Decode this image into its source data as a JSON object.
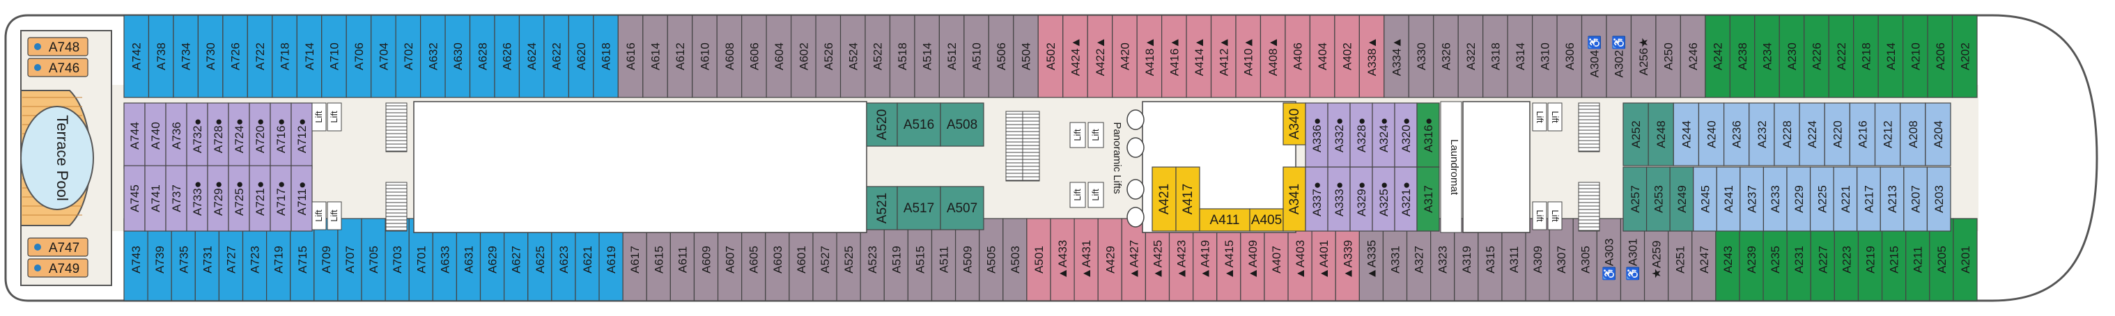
{
  "colors": {
    "blue": "#2aa4e0",
    "gray_mauve": "#a18f9e",
    "pink": "#d98a9c",
    "green": "#1f9a4a",
    "lavender": "#b7a6d8",
    "teal": "#4a9a8a",
    "yellow": "#f5c518",
    "light_blue": "#9cc0e8",
    "pale_green": "#2f9d54",
    "deck": "#f2efe8",
    "outline": "#555555",
    "orange_tag": "#f4b470",
    "pool_deck": "#f6c27a",
    "pool_water": "#cfe9f5"
  },
  "top_row": [
    {
      "label": "A742",
      "color": "blue"
    },
    {
      "label": "A738",
      "color": "blue"
    },
    {
      "label": "A734",
      "color": "blue"
    },
    {
      "label": "A730",
      "color": "blue"
    },
    {
      "label": "A726",
      "color": "blue"
    },
    {
      "label": "A722",
      "color": "blue"
    },
    {
      "label": "A718",
      "color": "blue"
    },
    {
      "label": "A714",
      "color": "blue"
    },
    {
      "label": "A710",
      "color": "blue"
    },
    {
      "label": "A706",
      "color": "blue"
    },
    {
      "label": "A704",
      "color": "blue"
    },
    {
      "label": "A702",
      "color": "blue"
    },
    {
      "label": "A632",
      "color": "blue"
    },
    {
      "label": "A630",
      "color": "blue"
    },
    {
      "label": "A628",
      "color": "blue"
    },
    {
      "label": "A626",
      "color": "blue"
    },
    {
      "label": "A624",
      "color": "blue"
    },
    {
      "label": "A622",
      "color": "blue"
    },
    {
      "label": "A620",
      "color": "blue"
    },
    {
      "label": "A618",
      "color": "blue"
    },
    {
      "label": "A616",
      "color": "gray_mauve"
    },
    {
      "label": "A614",
      "color": "gray_mauve"
    },
    {
      "label": "A612",
      "color": "gray_mauve"
    },
    {
      "label": "A610",
      "color": "gray_mauve"
    },
    {
      "label": "A608",
      "color": "gray_mauve"
    },
    {
      "label": "A606",
      "color": "gray_mauve"
    },
    {
      "label": "A604",
      "color": "gray_mauve"
    },
    {
      "label": "A602",
      "color": "gray_mauve"
    },
    {
      "label": "A526",
      "color": "gray_mauve"
    },
    {
      "label": "A524",
      "color": "gray_mauve"
    },
    {
      "label": "A522",
      "color": "gray_mauve"
    },
    {
      "label": "A518",
      "color": "gray_mauve"
    },
    {
      "label": "A514",
      "color": "gray_mauve"
    },
    {
      "label": "A512",
      "color": "gray_mauve"
    },
    {
      "label": "A510",
      "color": "gray_mauve"
    },
    {
      "label": "A506",
      "color": "gray_mauve"
    },
    {
      "label": "A504",
      "color": "gray_mauve"
    },
    {
      "label": "A502",
      "color": "pink"
    },
    {
      "label": "A424▲",
      "color": "pink"
    },
    {
      "label": "A422▲",
      "color": "pink"
    },
    {
      "label": "A420",
      "color": "pink"
    },
    {
      "label": "A418▲",
      "color": "pink"
    },
    {
      "label": "A416▲",
      "color": "pink"
    },
    {
      "label": "A414▲",
      "color": "pink"
    },
    {
      "label": "A412▲",
      "color": "pink"
    },
    {
      "label": "A410▲",
      "color": "pink"
    },
    {
      "label": "A408▲",
      "color": "pink"
    },
    {
      "label": "A406",
      "color": "pink"
    },
    {
      "label": "A404",
      "color": "pink"
    },
    {
      "label": "A402",
      "color": "pink"
    },
    {
      "label": "A338▲",
      "color": "pink"
    },
    {
      "label": "A334▲",
      "color": "gray_mauve"
    },
    {
      "label": "A330",
      "color": "gray_mauve"
    },
    {
      "label": "A326",
      "color": "gray_mauve"
    },
    {
      "label": "A322",
      "color": "gray_mauve"
    },
    {
      "label": "A318",
      "color": "gray_mauve"
    },
    {
      "label": "A314",
      "color": "gray_mauve"
    },
    {
      "label": "A310",
      "color": "gray_mauve"
    },
    {
      "label": "A306",
      "color": "gray_mauve"
    },
    {
      "label": "A304♿",
      "color": "gray_mauve"
    },
    {
      "label": "A302♿",
      "color": "gray_mauve"
    },
    {
      "label": "A256★",
      "color": "gray_mauve"
    },
    {
      "label": "A250",
      "color": "gray_mauve"
    },
    {
      "label": "A246",
      "color": "gray_mauve"
    },
    {
      "label": "A242",
      "color": "green"
    },
    {
      "label": "A238",
      "color": "green"
    },
    {
      "label": "A234",
      "color": "green"
    },
    {
      "label": "A230",
      "color": "green"
    },
    {
      "label": "A226",
      "color": "green"
    },
    {
      "label": "A222",
      "color": "green"
    },
    {
      "label": "A218",
      "color": "green"
    },
    {
      "label": "A214",
      "color": "green"
    },
    {
      "label": "A210",
      "color": "green"
    },
    {
      "label": "A206",
      "color": "green"
    },
    {
      "label": "A202",
      "color": "green"
    }
  ],
  "bottom_row": [
    {
      "label": "A743",
      "color": "blue"
    },
    {
      "label": "A739",
      "color": "blue"
    },
    {
      "label": "A735",
      "color": "blue"
    },
    {
      "label": "A731",
      "color": "blue"
    },
    {
      "label": "A727",
      "color": "blue"
    },
    {
      "label": "A723",
      "color": "blue"
    },
    {
      "label": "A719",
      "color": "blue"
    },
    {
      "label": "A715",
      "color": "blue"
    },
    {
      "label": "A709",
      "color": "blue"
    },
    {
      "label": "A707",
      "color": "blue"
    },
    {
      "label": "A705",
      "color": "blue"
    },
    {
      "label": "A703",
      "color": "blue"
    },
    {
      "label": "A701",
      "color": "blue"
    },
    {
      "label": "A633",
      "color": "blue"
    },
    {
      "label": "A631",
      "color": "blue"
    },
    {
      "label": "A629",
      "color": "blue"
    },
    {
      "label": "A627",
      "color": "blue"
    },
    {
      "label": "A625",
      "color": "blue"
    },
    {
      "label": "A623",
      "color": "blue"
    },
    {
      "label": "A621",
      "color": "blue"
    },
    {
      "label": "A619",
      "color": "blue"
    },
    {
      "label": "A617",
      "color": "gray_mauve"
    },
    {
      "label": "A615",
      "color": "gray_mauve"
    },
    {
      "label": "A611",
      "color": "gray_mauve"
    },
    {
      "label": "A609",
      "color": "gray_mauve"
    },
    {
      "label": "A607",
      "color": "gray_mauve"
    },
    {
      "label": "A605",
      "color": "gray_mauve"
    },
    {
      "label": "A603",
      "color": "gray_mauve"
    },
    {
      "label": "A601",
      "color": "gray_mauve"
    },
    {
      "label": "A527",
      "color": "gray_mauve"
    },
    {
      "label": "A525",
      "color": "gray_mauve"
    },
    {
      "label": "A523",
      "color": "gray_mauve"
    },
    {
      "label": "A519",
      "color": "gray_mauve"
    },
    {
      "label": "A515",
      "color": "gray_mauve"
    },
    {
      "label": "A511",
      "color": "gray_mauve"
    },
    {
      "label": "A509",
      "color": "gray_mauve"
    },
    {
      "label": "A505",
      "color": "gray_mauve"
    },
    {
      "label": "A503",
      "color": "gray_mauve"
    },
    {
      "label": "A501",
      "color": "pink"
    },
    {
      "label": "▲A433",
      "color": "pink"
    },
    {
      "label": "▲A431",
      "color": "pink"
    },
    {
      "label": "A429",
      "color": "pink"
    },
    {
      "label": "▲A427",
      "color": "pink"
    },
    {
      "label": "▲A425",
      "color": "pink"
    },
    {
      "label": "▲A423",
      "color": "pink"
    },
    {
      "label": "▲A419",
      "color": "pink"
    },
    {
      "label": "▲A415",
      "color": "pink"
    },
    {
      "label": "▲A409",
      "color": "pink"
    },
    {
      "label": "A407",
      "color": "pink"
    },
    {
      "label": "▲A403",
      "color": "pink"
    },
    {
      "label": "▲A401",
      "color": "pink"
    },
    {
      "label": "▲A339",
      "color": "pink"
    },
    {
      "label": "▲A335",
      "color": "gray_mauve"
    },
    {
      "label": "A331",
      "color": "gray_mauve"
    },
    {
      "label": "A327",
      "color": "gray_mauve"
    },
    {
      "label": "A323",
      "color": "gray_mauve"
    },
    {
      "label": "A319",
      "color": "gray_mauve"
    },
    {
      "label": "A315",
      "color": "gray_mauve"
    },
    {
      "label": "A311",
      "color": "gray_mauve"
    },
    {
      "label": "A309",
      "color": "gray_mauve"
    },
    {
      "label": "A307",
      "color": "gray_mauve"
    },
    {
      "label": "A305",
      "color": "gray_mauve"
    },
    {
      "label": "♿A303",
      "color": "gray_mauve"
    },
    {
      "label": "♿A301",
      "color": "gray_mauve"
    },
    {
      "label": "★A259",
      "color": "gray_mauve"
    },
    {
      "label": "A251",
      "color": "gray_mauve"
    },
    {
      "label": "A247",
      "color": "gray_mauve"
    },
    {
      "label": "A243",
      "color": "green"
    },
    {
      "label": "A239",
      "color": "green"
    },
    {
      "label": "A235",
      "color": "green"
    },
    {
      "label": "A231",
      "color": "green"
    },
    {
      "label": "A227",
      "color": "green"
    },
    {
      "label": "A223",
      "color": "green"
    },
    {
      "label": "A219",
      "color": "green"
    },
    {
      "label": "A215",
      "color": "green"
    },
    {
      "label": "A211",
      "color": "green"
    },
    {
      "label": "A205",
      "color": "green"
    },
    {
      "label": "A201",
      "color": "green"
    }
  ],
  "inner_aft_upper": [
    "A744",
    "A740",
    "A736",
    "A732●",
    "A728●",
    "A724●",
    "A720●",
    "A716●",
    "A712●"
  ],
  "inner_aft_lower": [
    "A745",
    "A741",
    "A737",
    "A733●",
    "A729●",
    "A725●",
    "A721●",
    "A717●",
    "A711●"
  ],
  "suites_mid": {
    "upper": [
      "A520",
      "A516",
      "A508"
    ],
    "lower": [
      "A521",
      "A517",
      "A507"
    ]
  },
  "yellow_upper": [
    "A340"
  ],
  "yellow_lower": [
    "A421",
    "A417",
    "A411",
    "A405"
  ],
  "yellow_lower_right": [
    "A341"
  ],
  "inner_mid_upper": [
    "A336●",
    "A332●",
    "A328●",
    "A324●",
    "A320●",
    "A316●"
  ],
  "inner_mid_lower": [
    "A337●",
    "A333●",
    "A329●",
    "A325●",
    "A321●",
    "A317"
  ],
  "inner_fwd_upper": [
    {
      "label": "A252",
      "color": "teal"
    },
    {
      "label": "A248",
      "color": "teal"
    },
    {
      "label": "A244",
      "color": "light_blue"
    },
    {
      "label": "A240",
      "color": "light_blue"
    },
    {
      "label": "A236",
      "color": "light_blue"
    },
    {
      "label": "A232",
      "color": "light_blue"
    },
    {
      "label": "A228",
      "color": "light_blue"
    },
    {
      "label": "A224",
      "color": "light_blue"
    },
    {
      "label": "A220",
      "color": "light_blue"
    },
    {
      "label": "A216",
      "color": "light_blue"
    },
    {
      "label": "A212",
      "color": "light_blue"
    },
    {
      "label": "A208",
      "color": "light_blue"
    },
    {
      "label": "A204",
      "color": "light_blue"
    }
  ],
  "inner_fwd_lower": [
    {
      "label": "A257",
      "color": "teal"
    },
    {
      "label": "A253",
      "color": "teal"
    },
    {
      "label": "A249",
      "color": "teal"
    },
    {
      "label": "A245",
      "color": "light_blue"
    },
    {
      "label": "A241",
      "color": "light_blue"
    },
    {
      "label": "A237",
      "color": "light_blue"
    },
    {
      "label": "A233",
      "color": "light_blue"
    },
    {
      "label": "A229",
      "color": "light_blue"
    },
    {
      "label": "A225",
      "color": "light_blue"
    },
    {
      "label": "A221",
      "color": "light_blue"
    },
    {
      "label": "A217",
      "color": "light_blue"
    },
    {
      "label": "A213",
      "color": "light_blue"
    },
    {
      "label": "A207",
      "color": "light_blue"
    },
    {
      "label": "A203",
      "color": "light_blue"
    }
  ],
  "aft_tags": [
    "A748",
    "A746",
    "A747",
    "A749"
  ],
  "pool_label": "Terrace Pool",
  "lift_label": "Lift",
  "panoramic_label": "Panoramic Lifts",
  "laundromat_label": "Laundromat"
}
